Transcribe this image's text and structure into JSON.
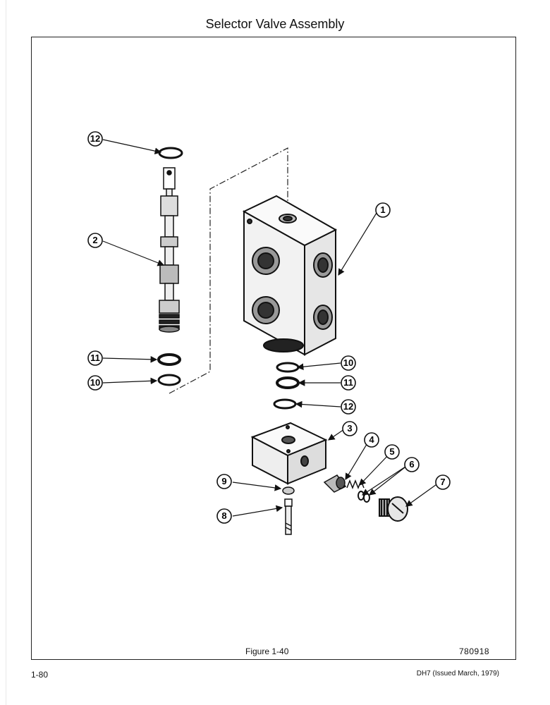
{
  "page": {
    "title": "Selector Valve Assembly",
    "figure_caption": "Figure 1-40",
    "figure_number": "780918",
    "page_number": "1-80",
    "doc_id": "DH7 (Issued March, 1979)"
  },
  "callouts": [
    "1",
    "2",
    "3",
    "4",
    "5",
    "6",
    "7",
    "8",
    "9",
    "10",
    "10",
    "11",
    "11",
    "12",
    "12"
  ]
}
